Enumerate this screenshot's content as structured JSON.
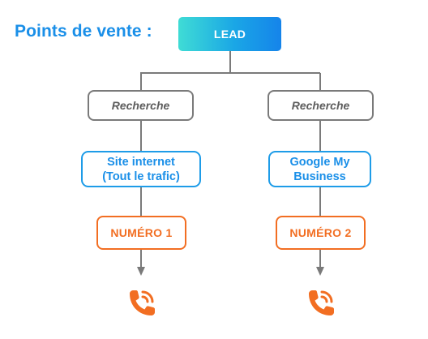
{
  "title": "Points de vente :",
  "root": {
    "label": "LEAD"
  },
  "branches": [
    {
      "search": "Recherche",
      "source": "Site internet\n(Tout le trafic)",
      "number": "NUMÉRO 1"
    },
    {
      "search": "Recherche",
      "source": "Google My\nBusiness",
      "number": "NUMÉRO 2"
    }
  ],
  "colors": {
    "title": "#1a8fe8",
    "lead_gradient": [
      "#3fdcd5",
      "#1584ea"
    ],
    "search_border": "#7a7a7a",
    "source_border": "#1e9ce8",
    "number_accent": "#f26e22",
    "connector": "#7a7a7a"
  },
  "icons": [
    "phone-ringing-icon",
    "phone-ringing-icon"
  ]
}
